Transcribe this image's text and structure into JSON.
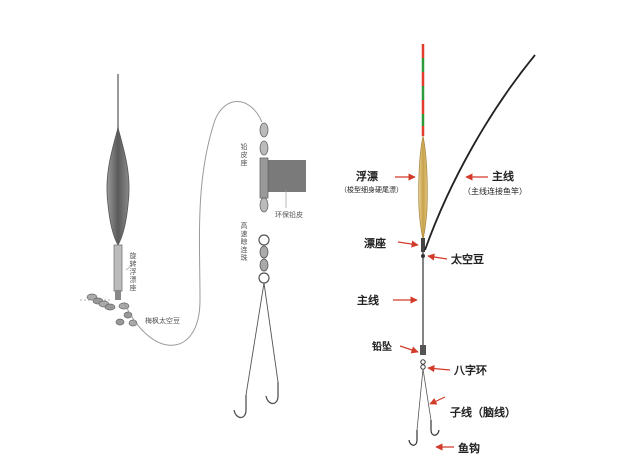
{
  "diagram": {
    "left_rig": {
      "float_seat": "旋转浮漂座",
      "bean_group": "梅枫太空豆"
    },
    "middle_rig": {
      "clamp": "铅皮座",
      "connector": "高速晾连珠",
      "lead_sheet": "环保铅皮"
    },
    "right_rig": {
      "float": "浮漂",
      "float_note": "（梭型细身硬尾漂）",
      "main_line_top": "主线",
      "main_line_top_note": "（主线连接鱼竿）",
      "float_seat": "漂座",
      "space_bean": "太空豆",
      "main_line": "主线",
      "sinker": "铅坠",
      "swivel": "八字环",
      "leader": "子线（脑线）",
      "hook": "鱼钩"
    },
    "colors": {
      "arrow": "#d23a2a",
      "float_body": "#6e6e6e",
      "lead_sheet": "#7a7a7a",
      "float_gold": "#c8a24a",
      "tip_green": "#2e9b3a",
      "tip_red": "#e53b2a"
    }
  }
}
